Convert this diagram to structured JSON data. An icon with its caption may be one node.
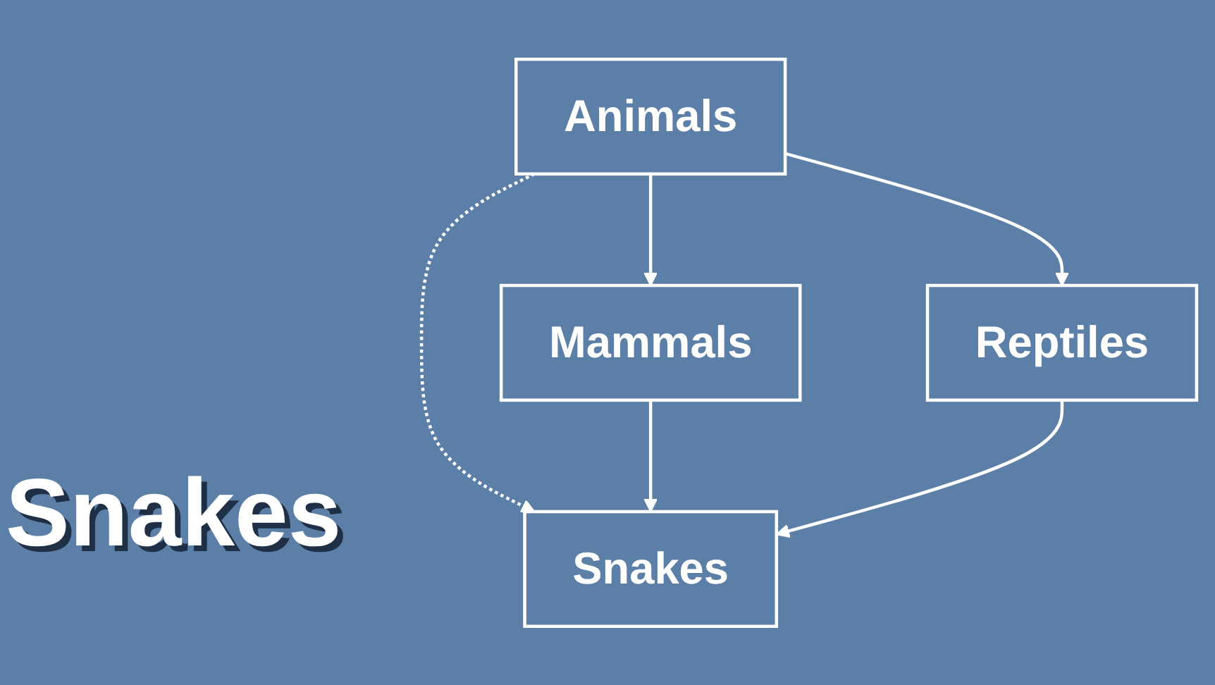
{
  "diagram": {
    "title": "Snakes",
    "nodes": [
      {
        "text": [
          "Animals"
        ]
      },
      {
        "text": [
          "Mammals"
        ]
      },
      {
        "text": [
          "Reptiles"
        ]
      },
      {
        "text": [
          "Snakes"
        ]
      }
    ],
    "edges": [
      {
        "from": 0,
        "to": 1,
        "arrow": "to"
      },
      {
        "from": 0,
        "to": 3,
        "arrow": "to",
        "style": "dashed"
      },
      {
        "from": 0,
        "to": 2,
        "arrow": "to"
      },
      {
        "from": 1,
        "to": 3,
        "arrow": "to"
      },
      {
        "from": 2,
        "to": 3,
        "arrow": "to"
      }
    ]
  }
}
